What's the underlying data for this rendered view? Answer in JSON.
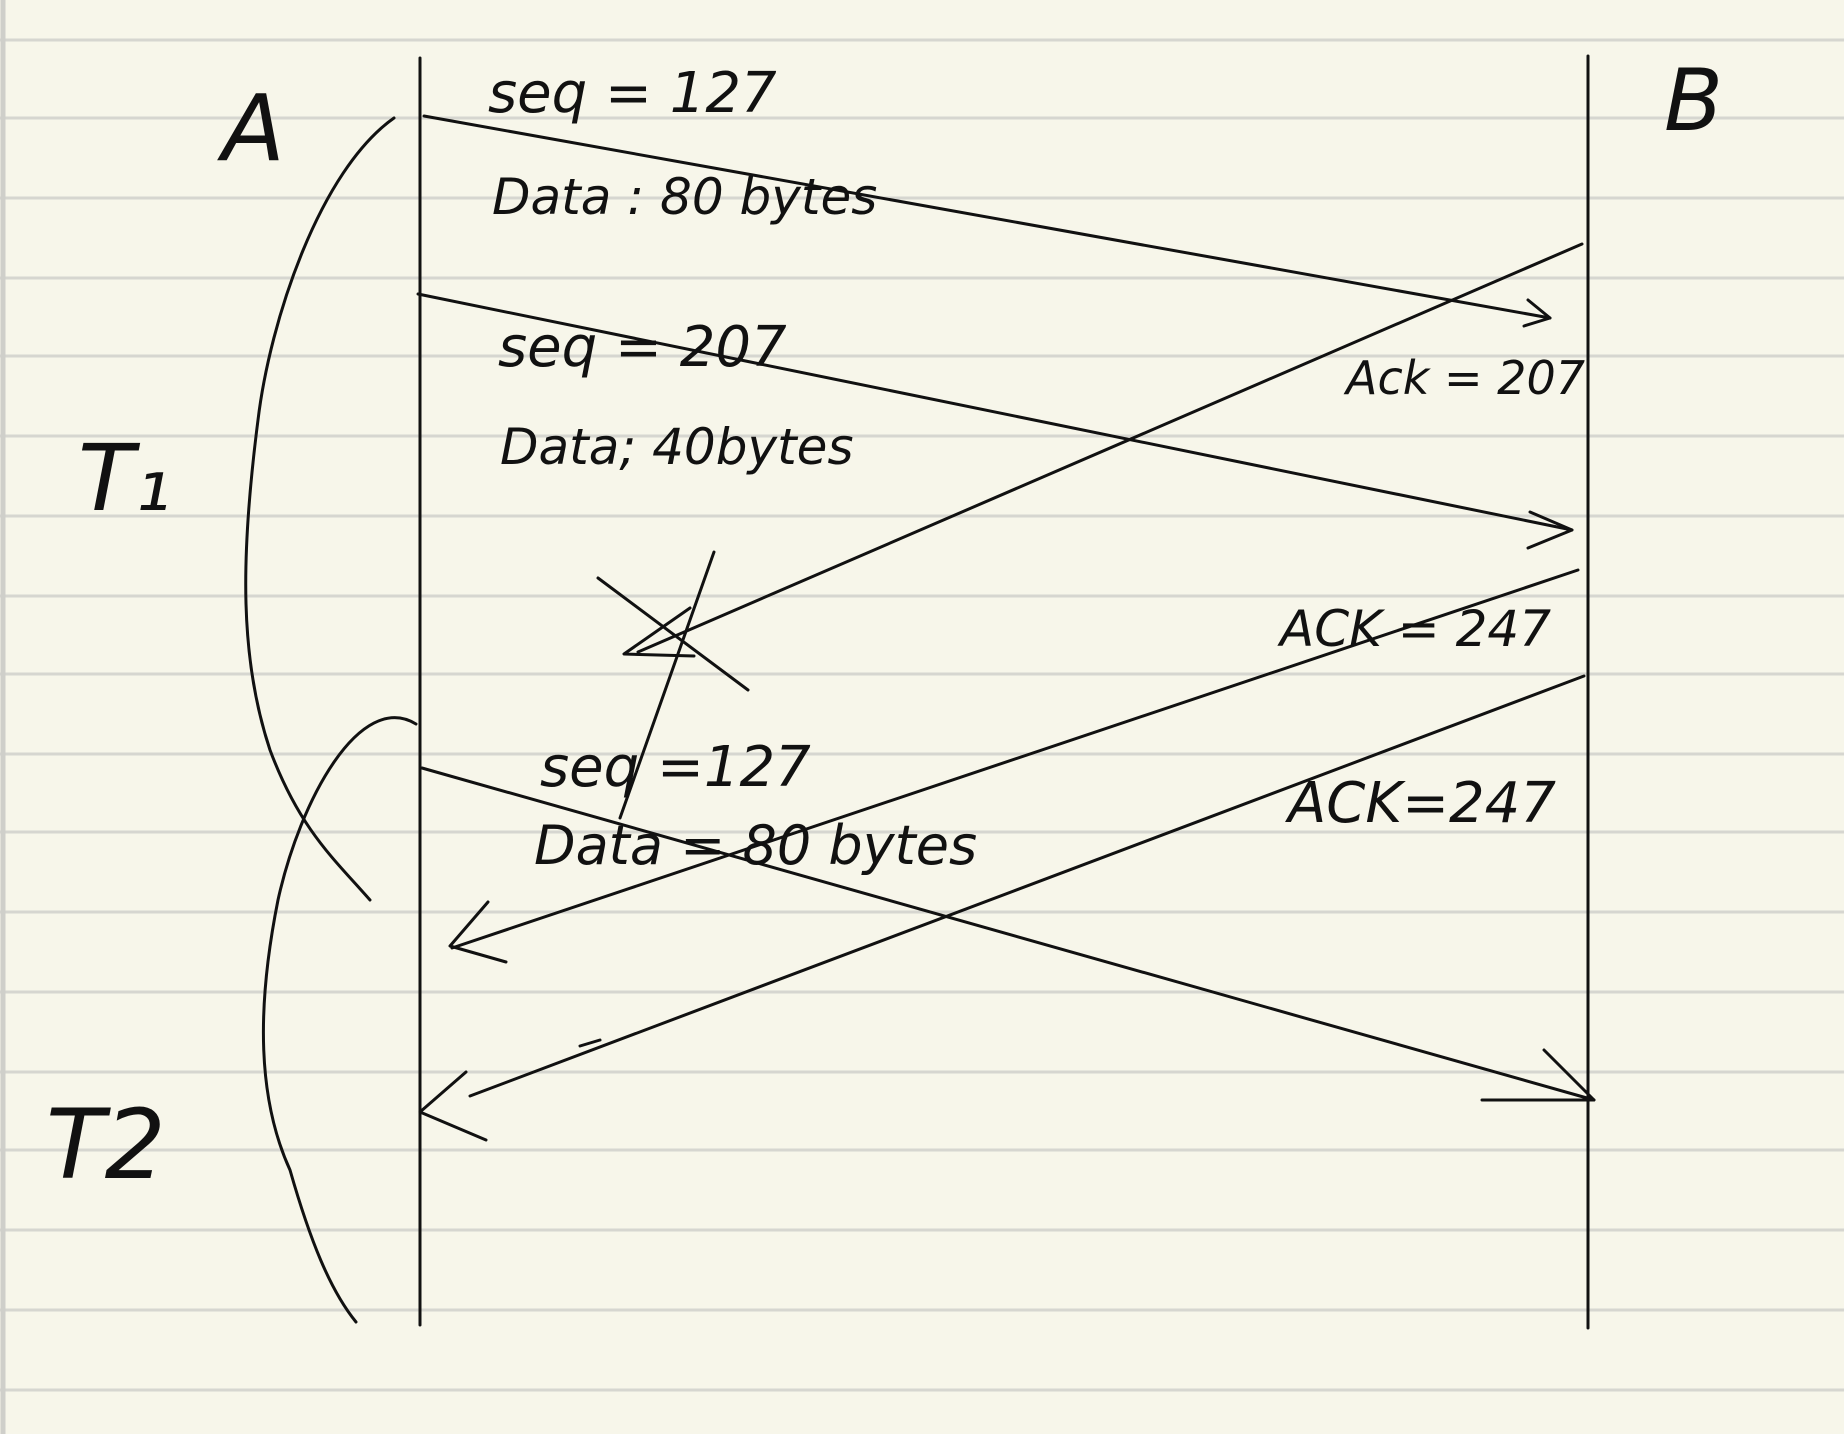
{
  "colors": {
    "paper": "#f7f6ea",
    "rule_line": "#d6d6d0",
    "ink": "#111111",
    "margin_edge": "#cfcfca"
  },
  "hosts": {
    "a": "A",
    "b": "B"
  },
  "timers": {
    "t1": "T₁",
    "t2": "T2"
  },
  "segments": [
    {
      "seq": "seq = 127",
      "data": "Data : 80 bytes"
    },
    {
      "seq": "seq = 207",
      "data": "Data; 40bytes"
    },
    {
      "seq": "seq =127",
      "data": "Data = 80 bytes"
    }
  ],
  "acks": [
    {
      "label": "Ack = 207"
    },
    {
      "label": "ACK = 247"
    },
    {
      "label": "ACK=247"
    }
  ]
}
